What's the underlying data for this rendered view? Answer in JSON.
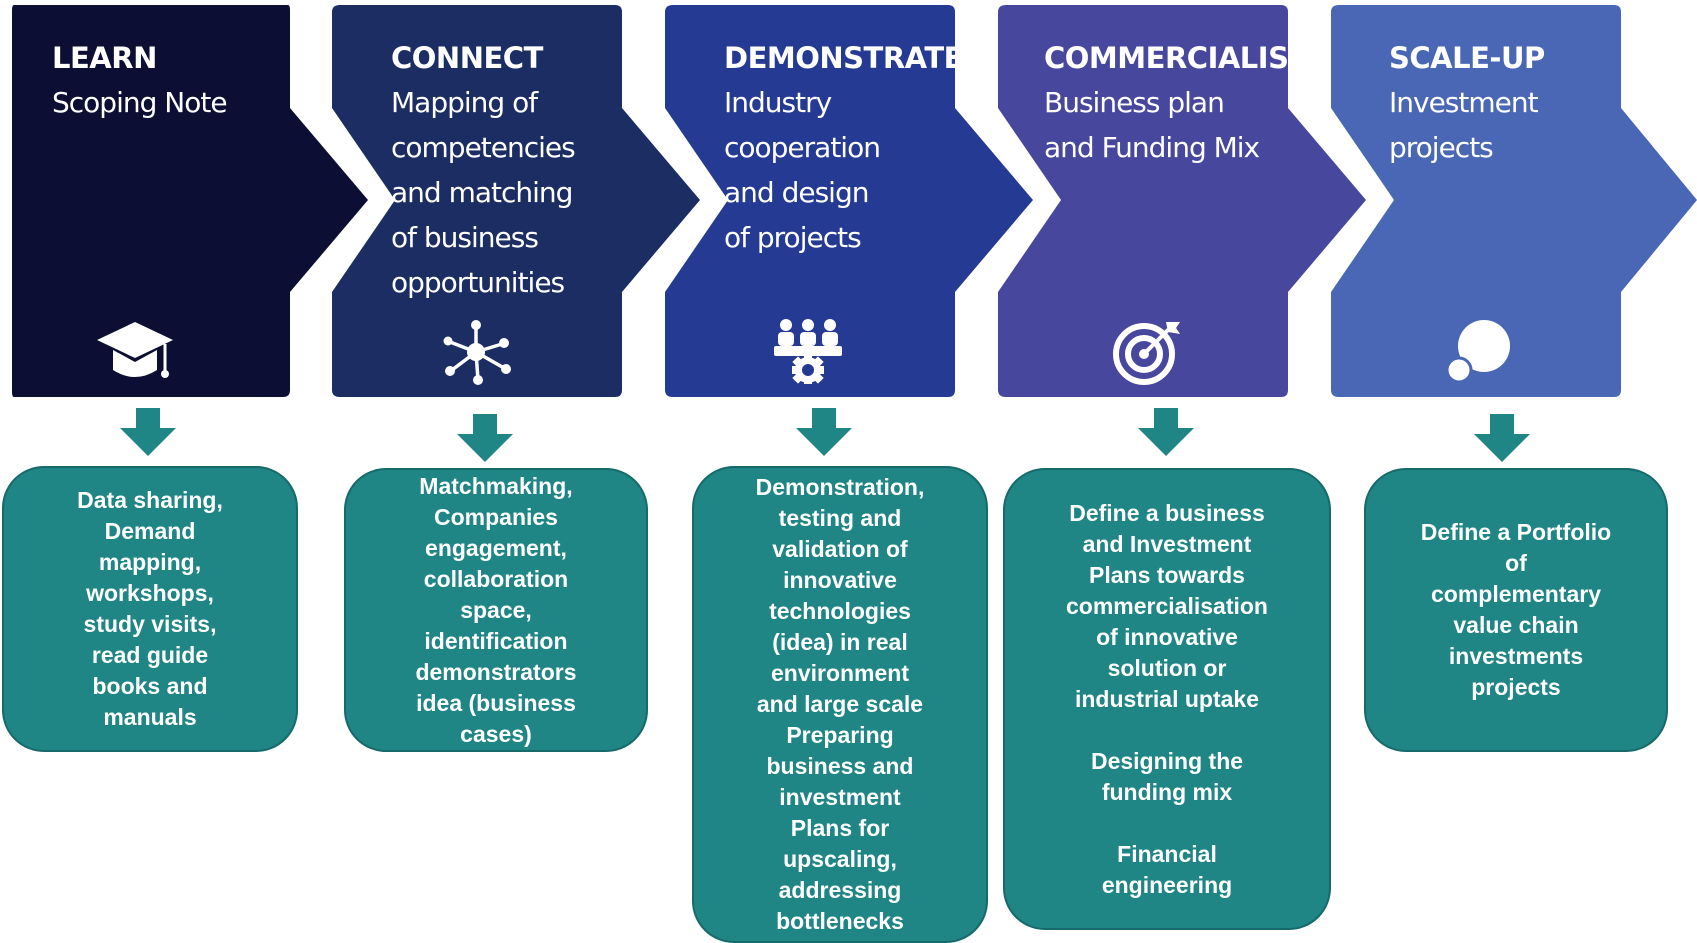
{
  "colors": {
    "learn": "#0c0f33",
    "connect": "#1b2d63",
    "demonstrate": "#243a93",
    "commercialise": "#47479e",
    "scale_up": "#4a67b6",
    "teal": "#1f8585"
  },
  "stages": [
    {
      "title": "LEARN",
      "subtitle": "Scoping Note",
      "icon": "graduation-cap-icon",
      "description": "Data sharing,\nDemand\nmapping,\nworkshops,\nstudy visits,\nread guide\nbooks and\nmanuals"
    },
    {
      "title": "CONNECT",
      "subtitle": "Mapping of\ncompetencies\nand matching\nof business\nopportunities",
      "icon": "network-nodes-icon",
      "description": "Matchmaking,\nCompanies\nengagement,\ncollaboration\nspace,\nidentification\ndemonstrators\nidea (business\ncases)"
    },
    {
      "title": "DEMONSTRATE",
      "subtitle": "Industry\ncooperation\nand design\nof projects",
      "icon": "team-gear-icon",
      "description": "Demonstration,\ntesting and\nvalidation of\ninnovative\ntechnologies\n(idea) in real\nenvironment\nand large scale\nPreparing\nbusiness and\ninvestment\nPlans for\nupscaling,\naddressing\nbottlenecks"
    },
    {
      "title": "COMMERCIALISE",
      "subtitle": "Business plan\nand Funding Mix",
      "icon": "target-icon",
      "description": "Define a business\nand Investment\nPlans towards\ncommercialisation\nof innovative\nsolution or\nindustrial uptake\n\nDesigning the\nfunding mix\n\nFinancial\nengineering"
    },
    {
      "title": "SCALE-UP",
      "subtitle": "Investment\nprojects",
      "icon": "growth-circles-icon",
      "description": "Define a Portfolio\nof\ncomplementary\nvalue chain\ninvestments\nprojects"
    }
  ]
}
